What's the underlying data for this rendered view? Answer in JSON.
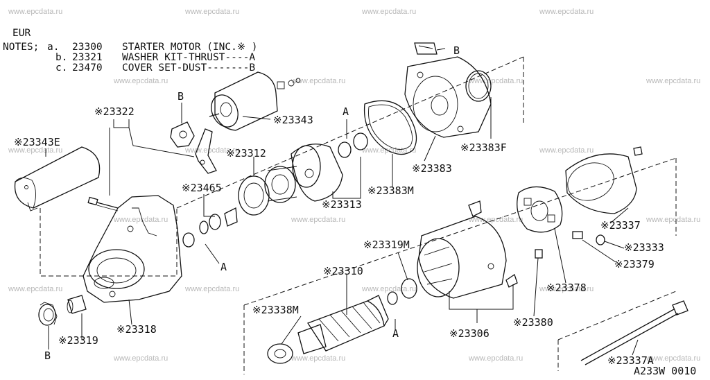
{
  "watermark": "www.epcdata.ru",
  "notes": {
    "region": "EUR",
    "heading": "NOTES;",
    "items": [
      {
        "key": "a.",
        "part": "23300",
        "text": "STARTER MOTOR (INC.※ )"
      },
      {
        "key": "b.",
        "part": "23321",
        "text": "WASHER KIT-THRUST----A"
      },
      {
        "key": "c.",
        "part": "23470",
        "text": "COVER SET-DUST-------B"
      }
    ]
  },
  "callouts": {
    "p23322": "※23322",
    "p23343E": "※23343E",
    "p23343": "※23343",
    "p23312": "※23312",
    "p23465": "※23465",
    "p23313": "※23313",
    "p23383M": "※23383M",
    "p23383": "※23383",
    "p23383F": "※23383F",
    "p23319M": "※23319M",
    "p23310": "※23310",
    "p23338M": "※23338M",
    "p23306": "※23306",
    "p23380": "※23380",
    "p23378": "※23378",
    "p23379": "※23379",
    "p23333": "※23333",
    "p23337": "※23337",
    "p23337A": "※23337A",
    "p23318": "※23318",
    "p23319": "※23319"
  },
  "markers": {
    "b_shield": "B",
    "b_plug": "B",
    "b_cap": "B",
    "a_washer_top": "A",
    "a_washer_nose": "A",
    "a_washer_arm": "A"
  },
  "figure_code": "A233W 0010"
}
